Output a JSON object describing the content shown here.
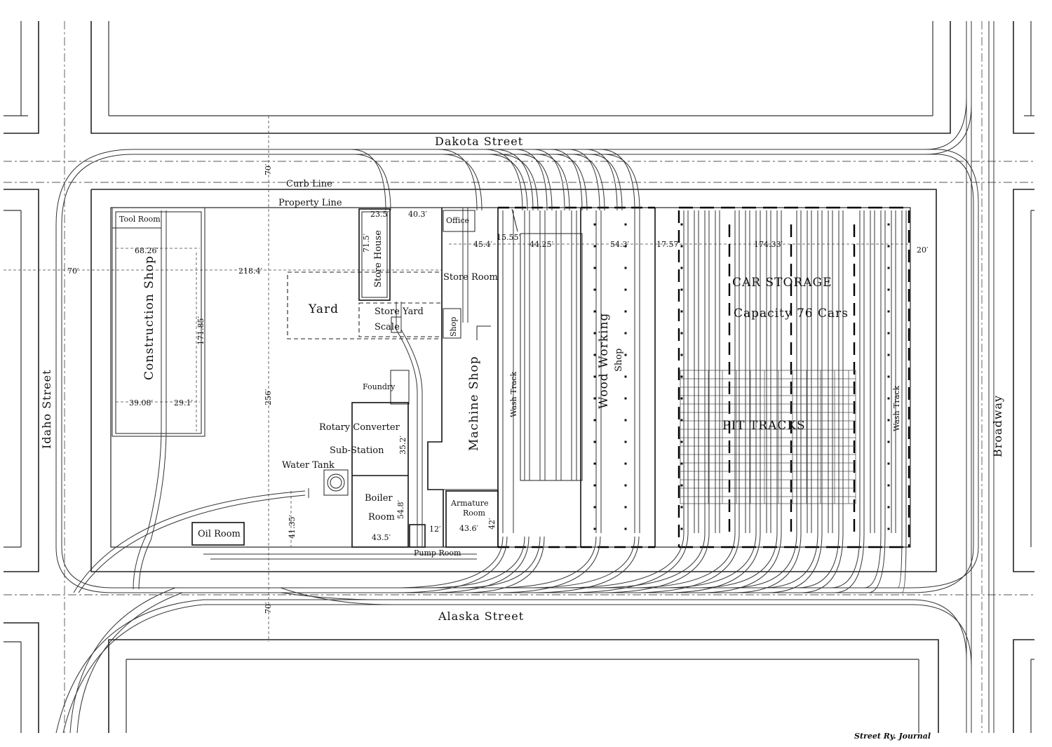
{
  "streets": {
    "north": "Dakota Street",
    "south": "Alaska Street",
    "west": "Idaho Street",
    "east": "Broadway"
  },
  "lines": {
    "curb_line": "Curb Line",
    "property_line": "Property Line"
  },
  "rooms": {
    "tool_room": "Tool Room",
    "construction_shop": "Construction Shop",
    "yard": "Yard",
    "store_house": "Store House",
    "store_yard": "Store Yard",
    "scale": "Scale",
    "office": "Office",
    "store_room": "Store Room",
    "shop": "Shop",
    "foundry": "Foundry",
    "rotary_converter": "Rotary Converter",
    "sub_station": "Sub-Station",
    "water_tank": "Water Tank",
    "boiler": "Boiler",
    "room": "Room",
    "machine_shop": "Machine Shop",
    "armature": "Armature",
    "armature_room": "Room",
    "oil_room": "Oil Room",
    "pump_room": "Pump Room",
    "wash_track_1": "Wash Track",
    "wood_working": "Wood Working",
    "wood_shop": "Shop",
    "car_storage": "CAR STORAGE",
    "capacity": "Capacity 76 Cars",
    "pit_tracks": "PIT TRACKS",
    "wash_track_2": "Wash Track"
  },
  "dimensions": {
    "d70_west": "70′",
    "d218": "218.4′",
    "d68": "68.26′",
    "d171": "171.85′",
    "d39": "39.08′",
    "d29": "29.1′",
    "d23": "23.5′",
    "d40": "40.3′",
    "d71": "71.5′",
    "d45": "45.4′",
    "d15": "15.55′",
    "d44": "44.25′",
    "d54_3": "54.3′",
    "d17": "17.57′",
    "d174": "174.33′",
    "d20": "20′",
    "d70_north": "70′",
    "d256": "256′",
    "d70_south": "70′",
    "d41": "41.35′",
    "d35": "35.2′",
    "d54_8": "54.8′",
    "d43_5": "43.5′",
    "d12": "12′",
    "d43_6": "43.6′",
    "d42": "42′"
  },
  "credit": "Street Ry. Journal"
}
